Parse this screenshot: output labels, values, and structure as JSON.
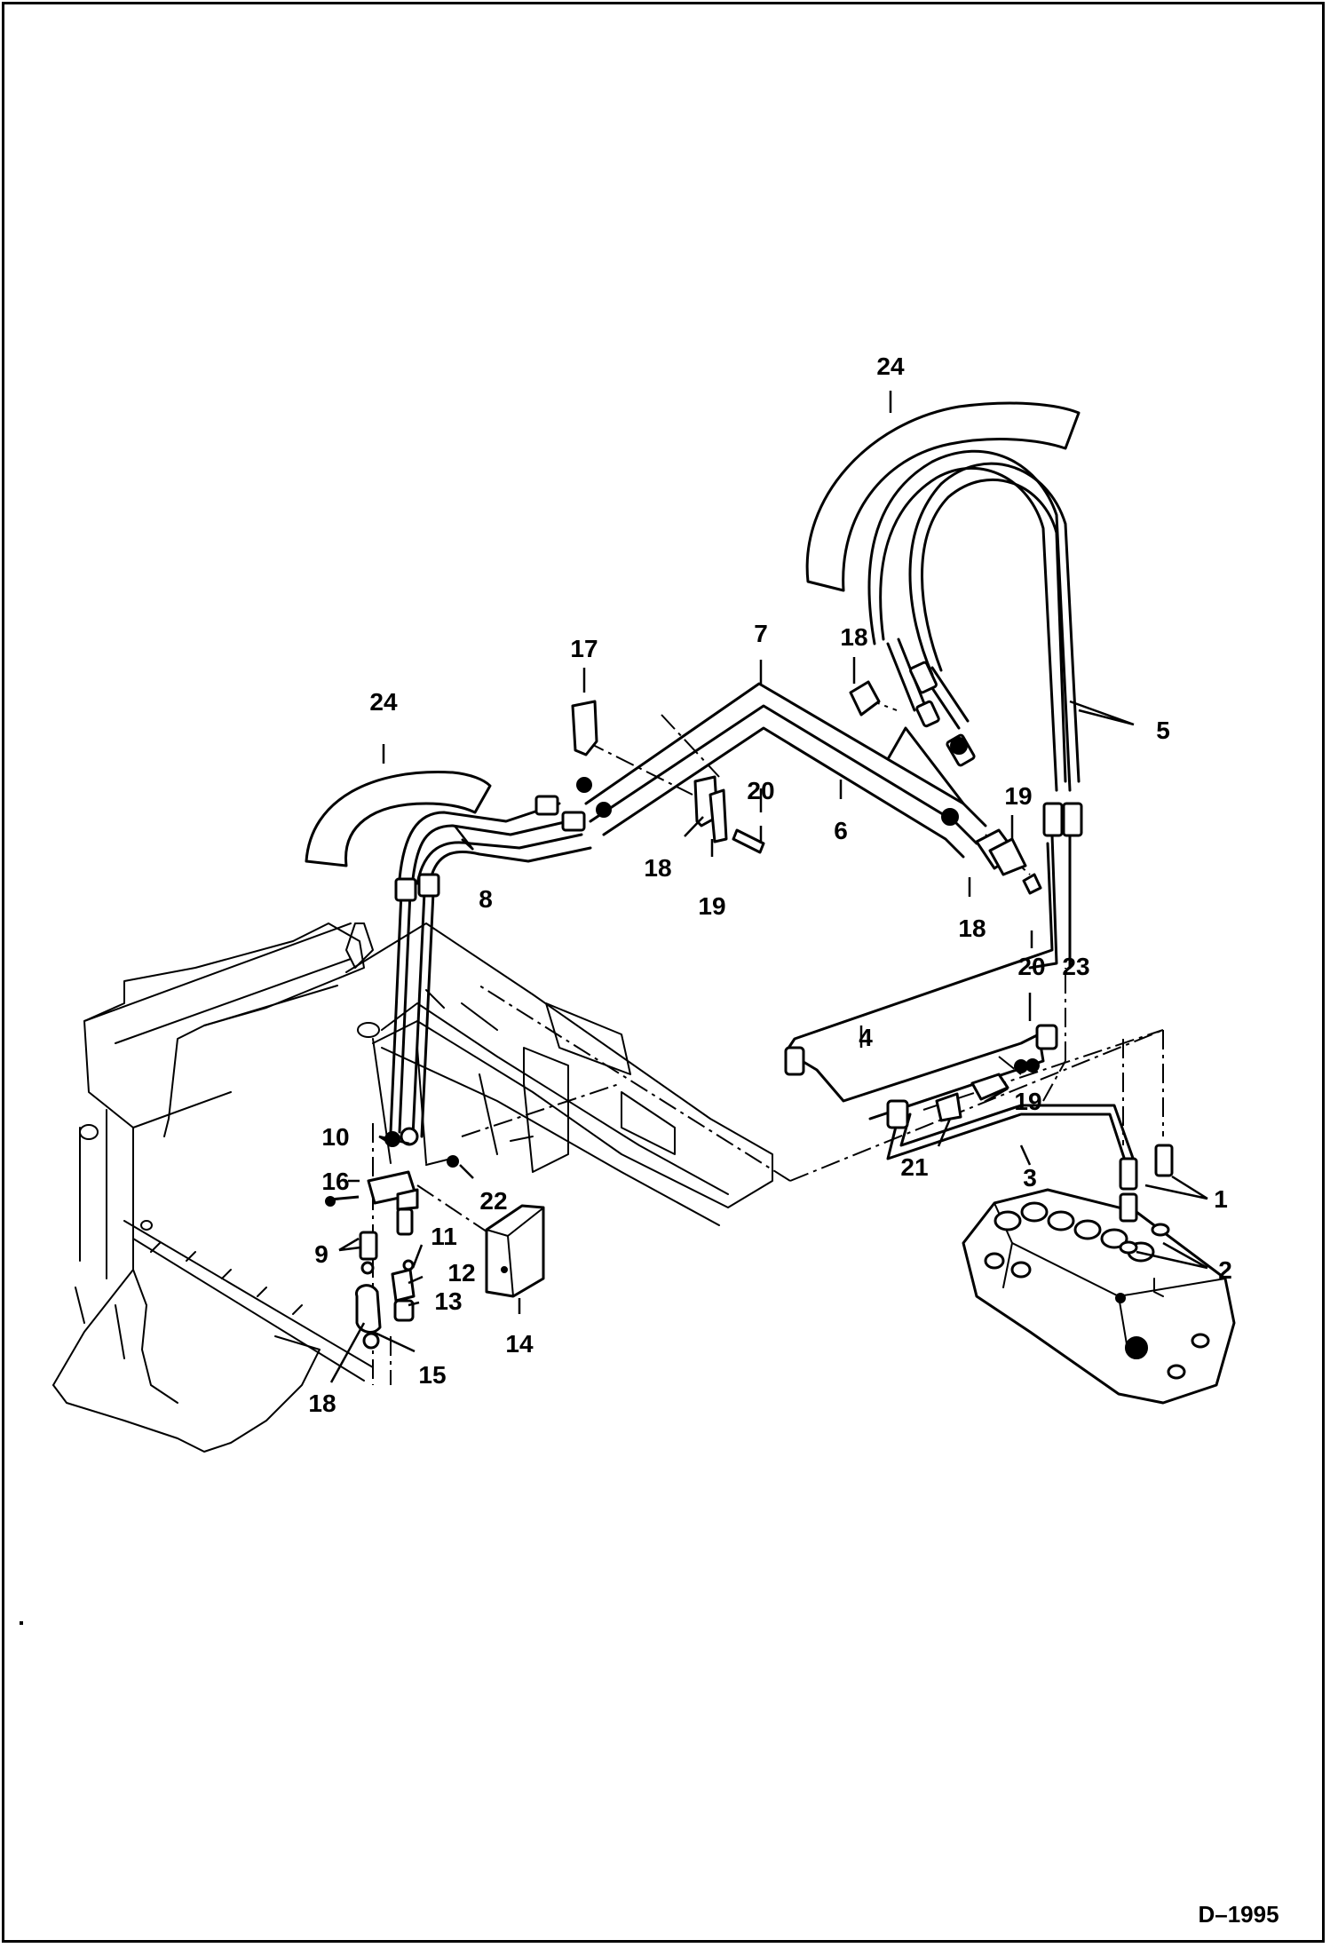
{
  "drawing_code": "D–1995",
  "callouts": [
    "1",
    "2",
    "3",
    "4",
    "5",
    "6",
    "7",
    "8",
    "9",
    "10",
    "11",
    "12",
    "13",
    "14",
    "15",
    "16",
    "17",
    "18",
    "18",
    "18",
    "18",
    "19",
    "19",
    "19",
    "20",
    "20",
    "21",
    "22",
    "23",
    "24",
    "24"
  ]
}
